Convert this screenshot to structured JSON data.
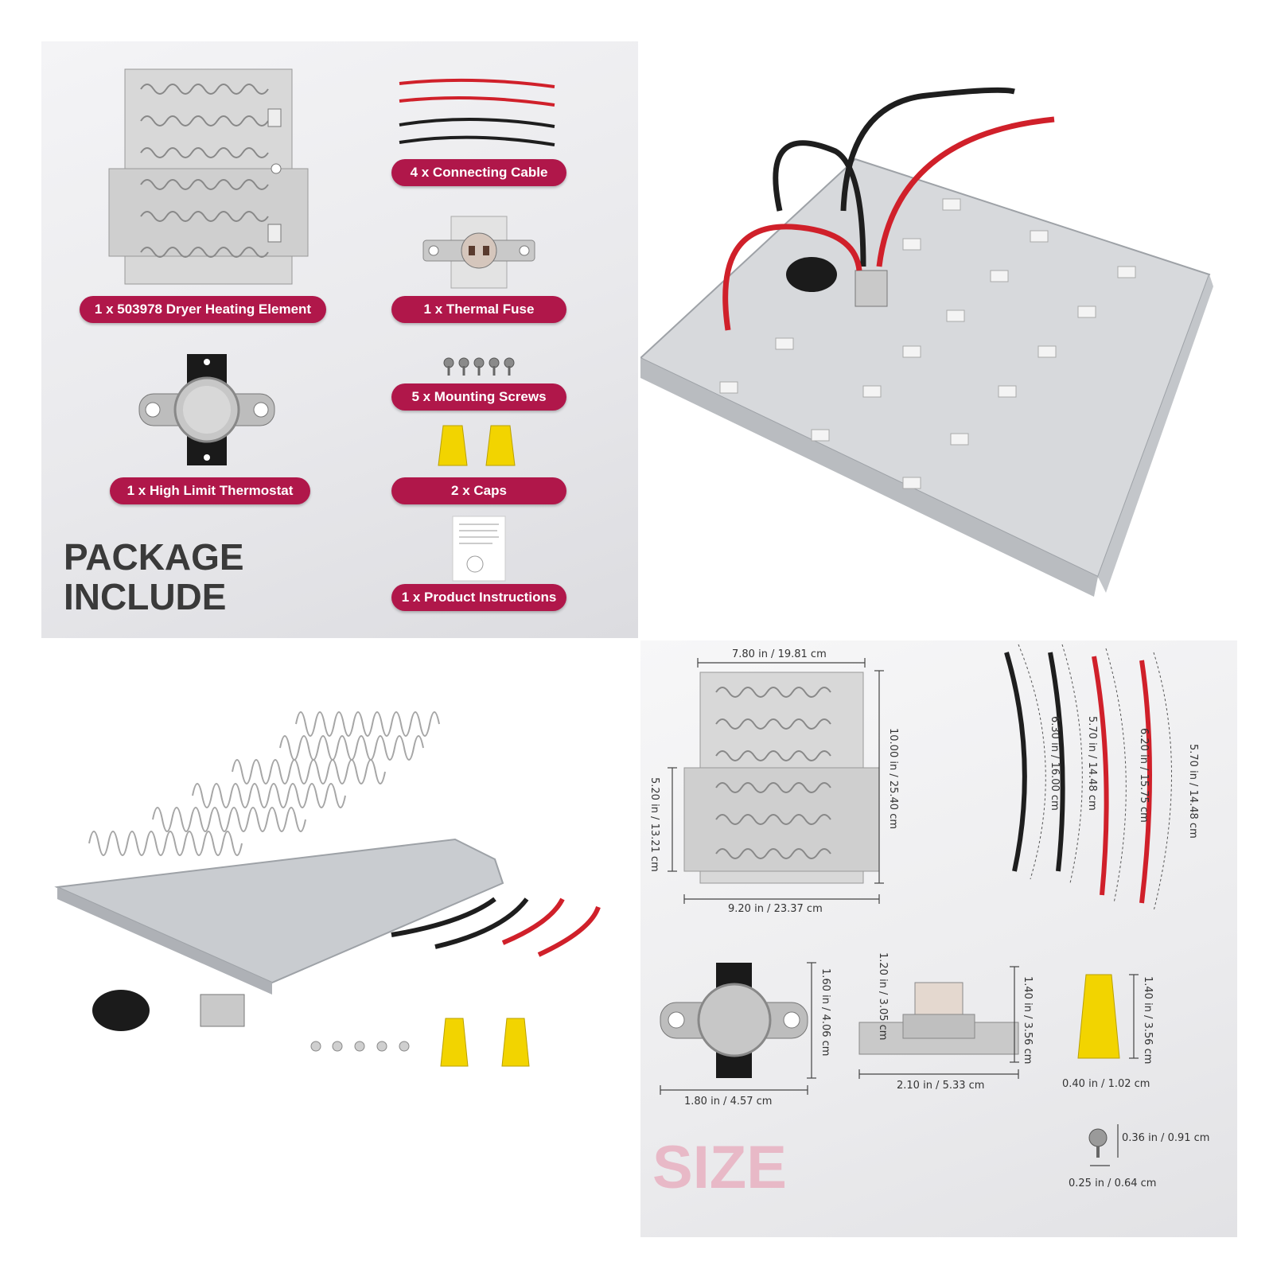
{
  "package": {
    "title_line1": "PACKAGE",
    "title_line2": "INCLUDE",
    "items": [
      {
        "label": "1 x 503978 Dryer Heating Element"
      },
      {
        "label": "4 x Connecting Cable"
      },
      {
        "label": "1 x Thermal Fuse"
      },
      {
        "label": "5 x Mounting Screws"
      },
      {
        "label": "1 x High Limit Thermostat"
      },
      {
        "label": "2 x Caps"
      },
      {
        "label": "1 x Product Instructions"
      }
    ]
  },
  "size": {
    "title": "SIZE",
    "element_width": "7.80 in / 19.81 cm",
    "element_height": "10.00 in / 25.40 cm",
    "element_side": "5.20 in / 13.21 cm",
    "element_base": "9.20 in / 23.37 cm",
    "cables": [
      "6.30 in / 16.00 cm",
      "5.70 in / 14.48 cm",
      "6.20 in / 15.75 cm",
      "5.70 in / 14.48 cm"
    ],
    "thermostat_height": "1.60 in / 4.06 cm",
    "thermostat_width": "1.80 in / 4.57 cm",
    "fuse_height_top": "1.20 in / 3.05 cm",
    "fuse_height": "1.40 in / 3.56 cm",
    "fuse_width": "2.10 in / 5.33 cm",
    "cap_height": "1.40 in / 3.56 cm",
    "cap_width": "0.40 in / 1.02 cm",
    "screw_height": "0.36 in / 0.91 cm",
    "screw_width": "0.25 in / 0.64 cm"
  },
  "colors": {
    "accent": "#b0174a",
    "cap": "#f2d400",
    "wire_red": "#d0202a",
    "wire_black": "#1e1e1e"
  }
}
